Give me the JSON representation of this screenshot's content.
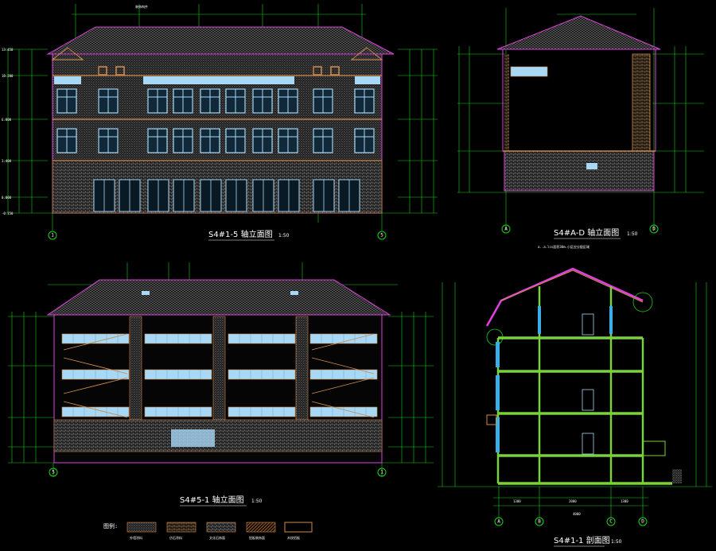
{
  "colors": {
    "background": "#000000",
    "dimension": "#19d219",
    "outline": "#e040e0",
    "glass": "#a7d8f6",
    "frame": "#cf8a4c",
    "wall_hatch": "#8c8c8c",
    "roof": "#a0a0a0",
    "slab": "#7ad23a",
    "text": "#ffffff"
  },
  "drawings": {
    "front_elevation": {
      "title": "S4#1-5 轴立面图",
      "scale": "1:50",
      "axes": [
        "1",
        "5"
      ]
    },
    "side_elevation": {
      "title": "S4#A-D 轴立面图",
      "scale": "1:50",
      "axes": [
        "A",
        "D"
      ],
      "note": "a..a.lcs面积30m.小区应分配区域"
    },
    "rear_elevation": {
      "title": "S4#5-1 轴立面图",
      "scale": "1:50",
      "axes": [
        "5",
        "1"
      ]
    },
    "section": {
      "title": "S4#1-1 剖面图",
      "scale": "1:50",
      "axes": [
        "A",
        "B",
        "C",
        "D"
      ],
      "total_dim": "4000",
      "sub_dims": [
        "1300",
        "2000",
        "1300"
      ]
    }
  },
  "level_marks": [
    "13.450",
    "10.200",
    "6.800",
    "3.400",
    "0.000",
    "-0.150"
  ],
  "legend": {
    "title": "图例:",
    "items": [
      "外墙涂料",
      "仿石涂料",
      "文化石饰面",
      "铝板装饰面",
      "木纹铝板"
    ]
  }
}
